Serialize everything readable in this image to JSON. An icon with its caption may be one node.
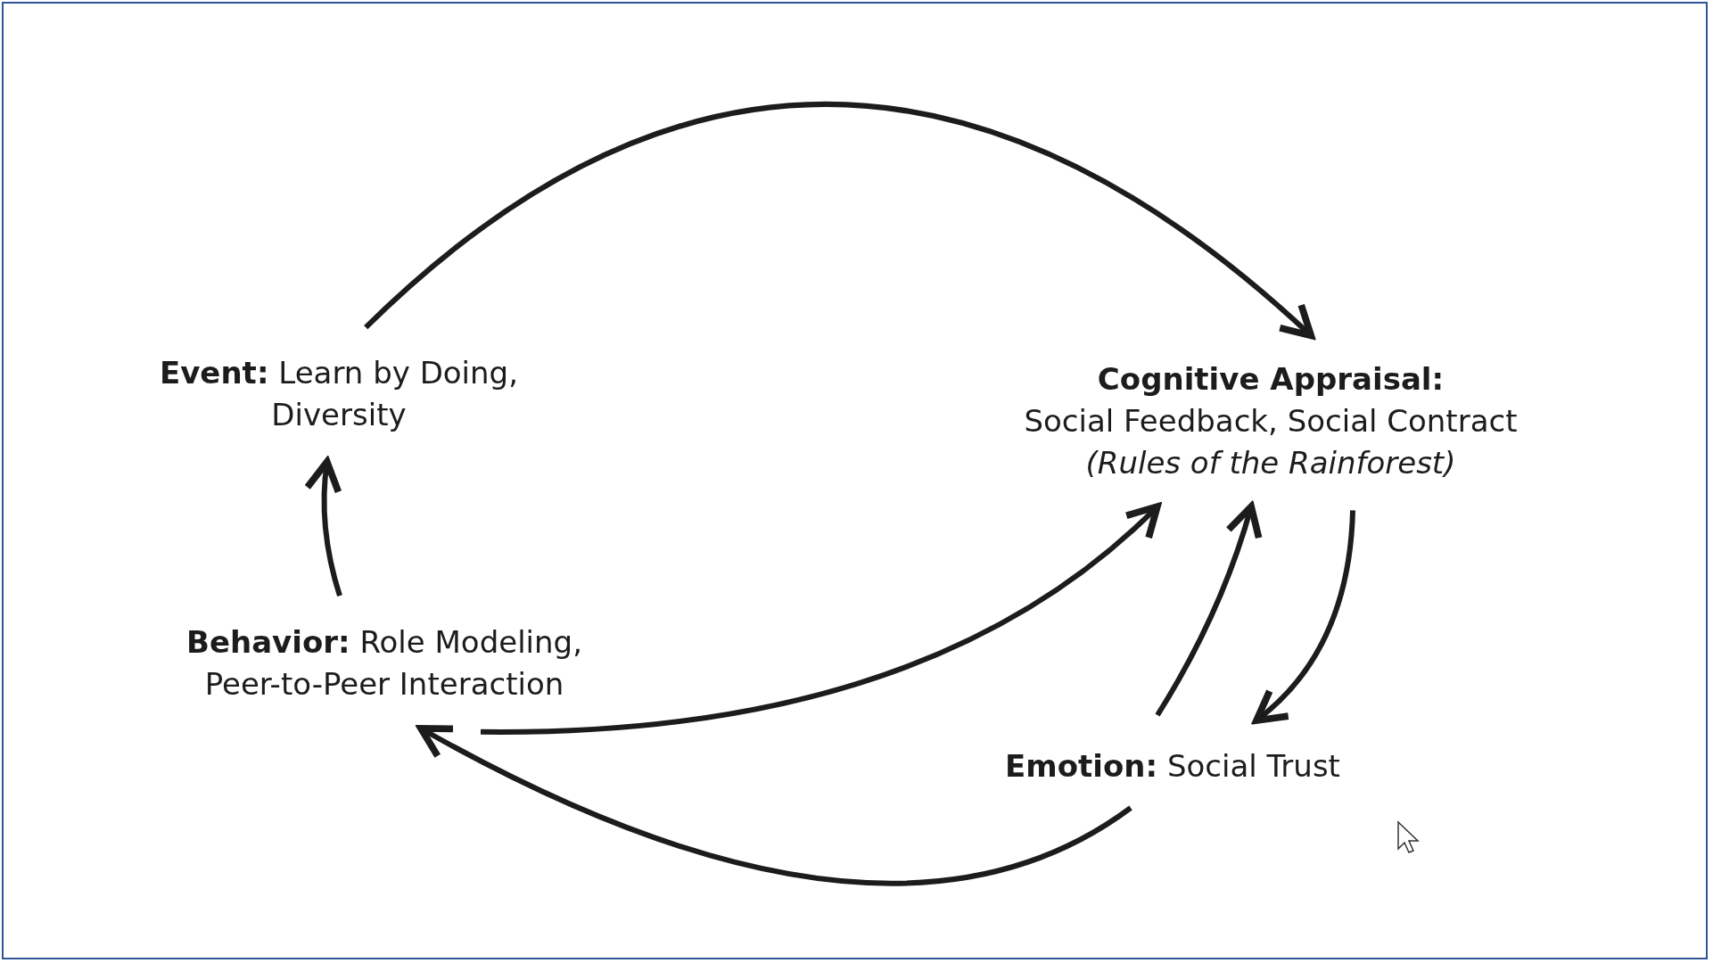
{
  "diagram": {
    "nodes": [
      {
        "text": [
          "**Event:** Learn by Doing, Diversity"
        ]
      },
      {
        "text": [
          "Cognitive Appraisal:",
          "Social Feedback, Social Contract",
          "(Rules of the Rainforest)"
        ]
      },
      {
        "text": [
          "**Behavior:** Role Modeling, Peer-to-Peer Interaction"
        ]
      },
      {
        "text": [
          "**Emotion:** Social Trust"
        ]
      }
    ],
    "edges": [
      {
        "from": 0,
        "to": 1,
        "arrow": "to"
      },
      {
        "from": 2,
        "to": 0,
        "arrow": "to"
      },
      {
        "from": 2,
        "to": 1,
        "arrow": "to"
      },
      {
        "from": 3,
        "to": 1,
        "arrow": "to"
      },
      {
        "from": 1,
        "to": 3,
        "arrow": "to"
      },
      {
        "from": 3,
        "to": 2,
        "arrow": "to"
      }
    ]
  }
}
